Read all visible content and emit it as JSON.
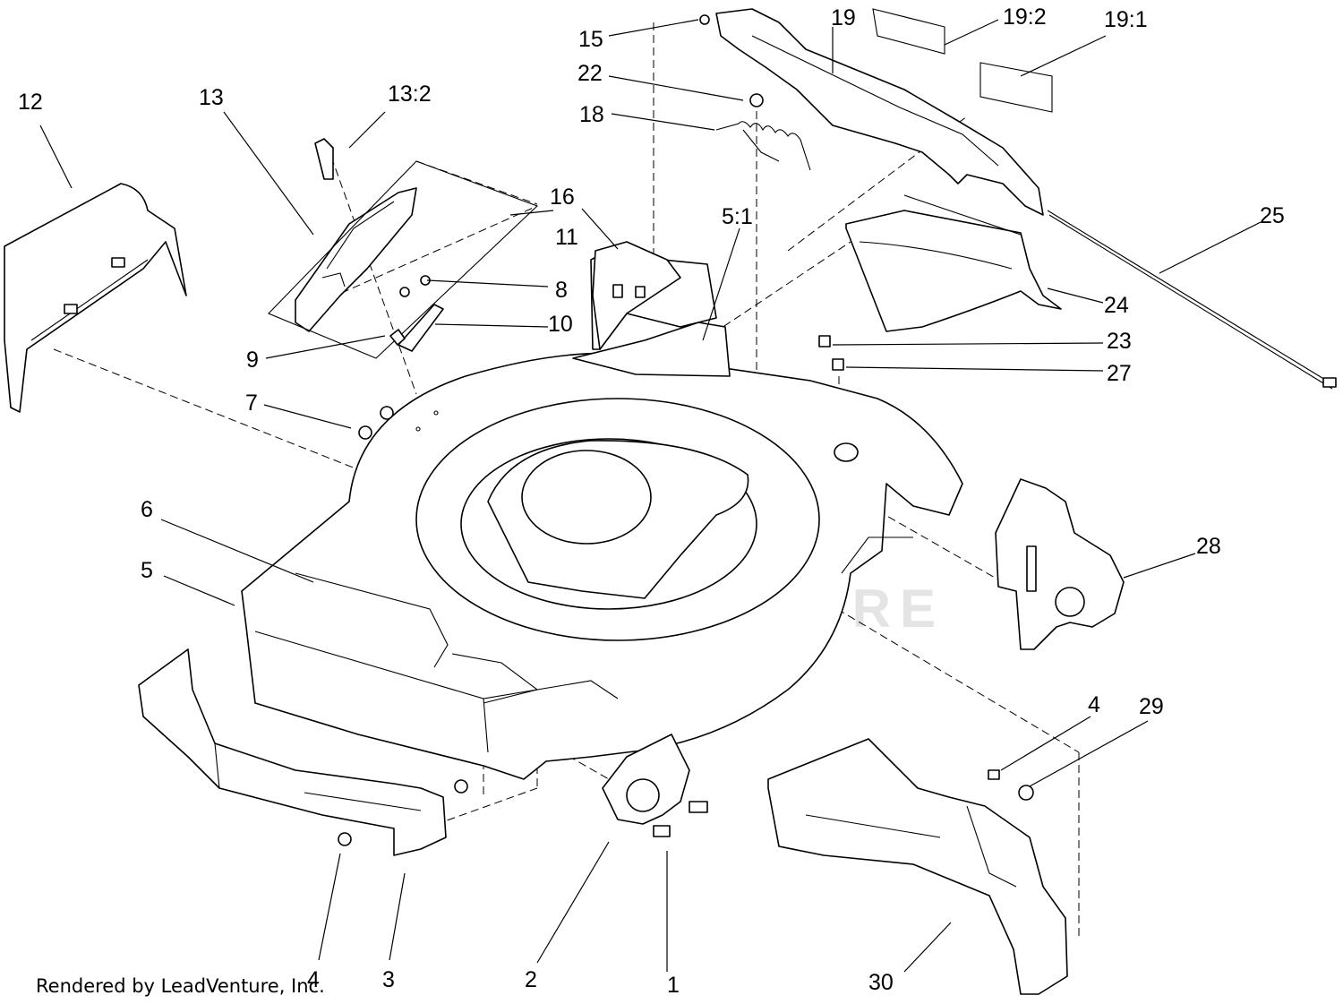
{
  "diagram": {
    "watermark": "LEADVENTURE",
    "credit": "Rendered by LeadVenture, Inc.",
    "callouts": [
      "1",
      "2",
      "3",
      "4",
      "4",
      "5",
      "5:1",
      "6",
      "7",
      "8",
      "9",
      "10",
      "11",
      "12",
      "13",
      "13:2",
      "15",
      "16",
      "18",
      "19",
      "19:1",
      "19:2",
      "22",
      "23",
      "24",
      "25",
      "27",
      "28",
      "29",
      "30"
    ]
  }
}
